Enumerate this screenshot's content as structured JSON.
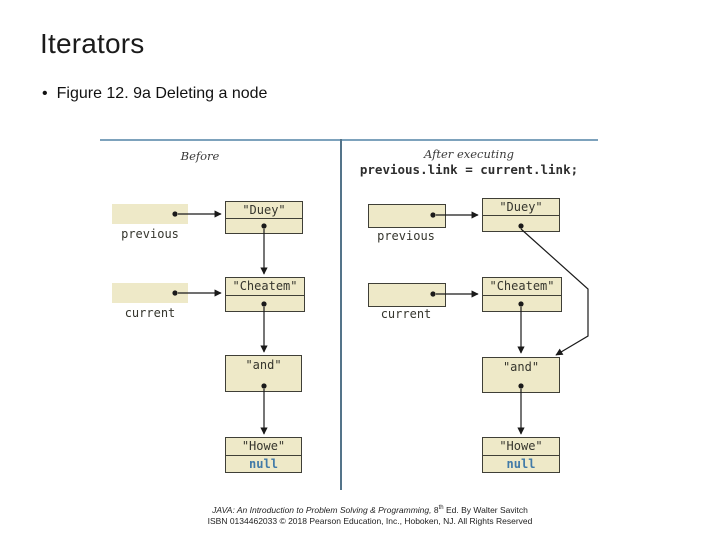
{
  "slide": {
    "title": "Iterators",
    "bullet_glyph": "•",
    "bullet_text": "Figure 12. 9a Deleting a node"
  },
  "figure": {
    "left": {
      "header": "Before",
      "vars": [
        {
          "label": "previous"
        },
        {
          "label": "current"
        }
      ],
      "nodes": [
        {
          "label": "\"Duey\""
        },
        {
          "label": "\"Cheatem\""
        },
        {
          "label": "\"and\""
        },
        {
          "label": "\"Howe\"",
          "link": "null"
        }
      ]
    },
    "right": {
      "header_line1": "After executing",
      "header_line2": "previous.link = current.link;",
      "vars": [
        {
          "label": "previous"
        },
        {
          "label": "current"
        }
      ],
      "nodes": [
        {
          "label": "\"Duey\""
        },
        {
          "label": "\"Cheatem\""
        },
        {
          "label": "\"and\""
        },
        {
          "label": "\"Howe\"",
          "link": "null"
        }
      ]
    }
  },
  "footer": {
    "line1_italic": "JAVA: An Introduction to Problem Solving & Programming,",
    "line1_edition_num": " 8",
    "line1_edition_sup": "th",
    "line1_rest": " Ed. By Walter Savitch",
    "line2": "ISBN 0134462033 © 2018 Pearson Education, Inc., Hoboken, NJ. All Rights Reserved"
  },
  "colors": {
    "node_fill": "#eee9c8",
    "node_border": "#3f3f37",
    "node_text": "#35352d",
    "null_text": "#417aa8",
    "top_rule": "#7da2bc",
    "divider": "#54748a",
    "arrow": "#1a1a1a"
  }
}
